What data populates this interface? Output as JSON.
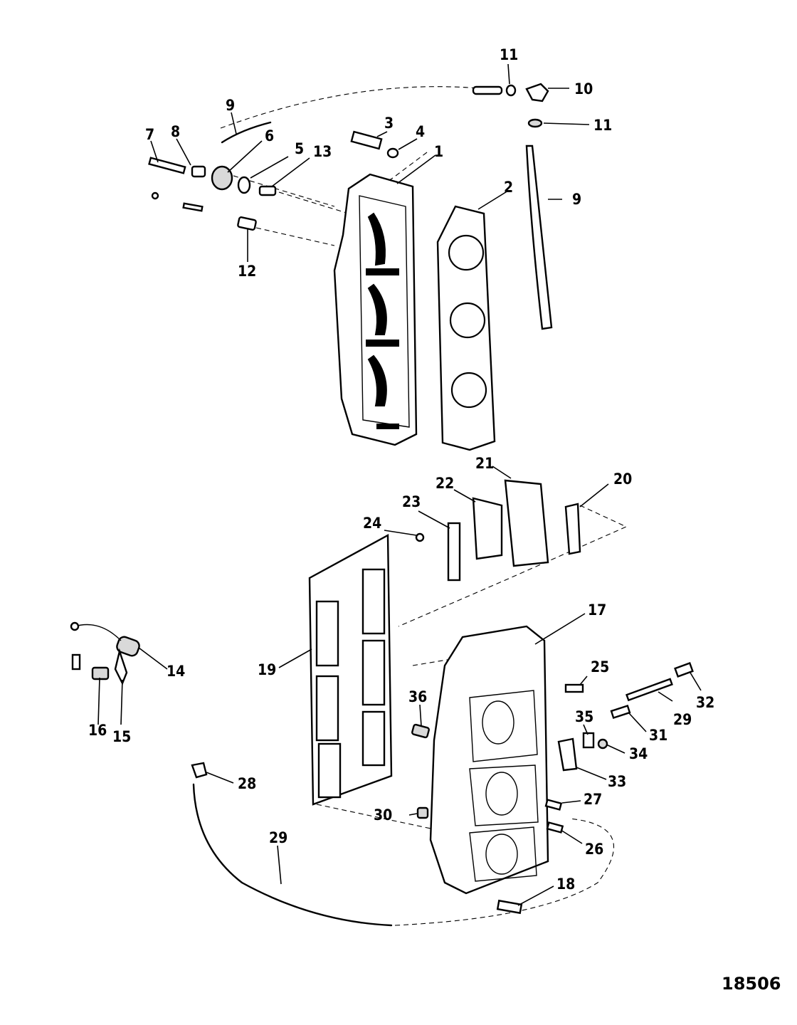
{
  "figure_number": "18506",
  "callouts": {
    "c1": "1",
    "c2": "2",
    "c3": "3",
    "c4": "4",
    "c5": "5",
    "c6": "6",
    "c7": "7",
    "c8": "8",
    "c9a": "9",
    "c9b": "9",
    "c10": "10",
    "c11a": "11",
    "c11b": "11",
    "c12": "12",
    "c13": "13",
    "c14": "14",
    "c15": "15",
    "c16": "16",
    "c17": "17",
    "c18": "18",
    "c19": "19",
    "c20": "20",
    "c21": "21",
    "c22": "22",
    "c23": "23",
    "c24": "24",
    "c25": "25",
    "c26": "26",
    "c27": "27",
    "c28": "28",
    "c29a": "29",
    "c29b": "29",
    "c30": "30",
    "c31": "31",
    "c32": "32",
    "c33": "33",
    "c34": "34",
    "c35": "35",
    "c36": "36"
  }
}
